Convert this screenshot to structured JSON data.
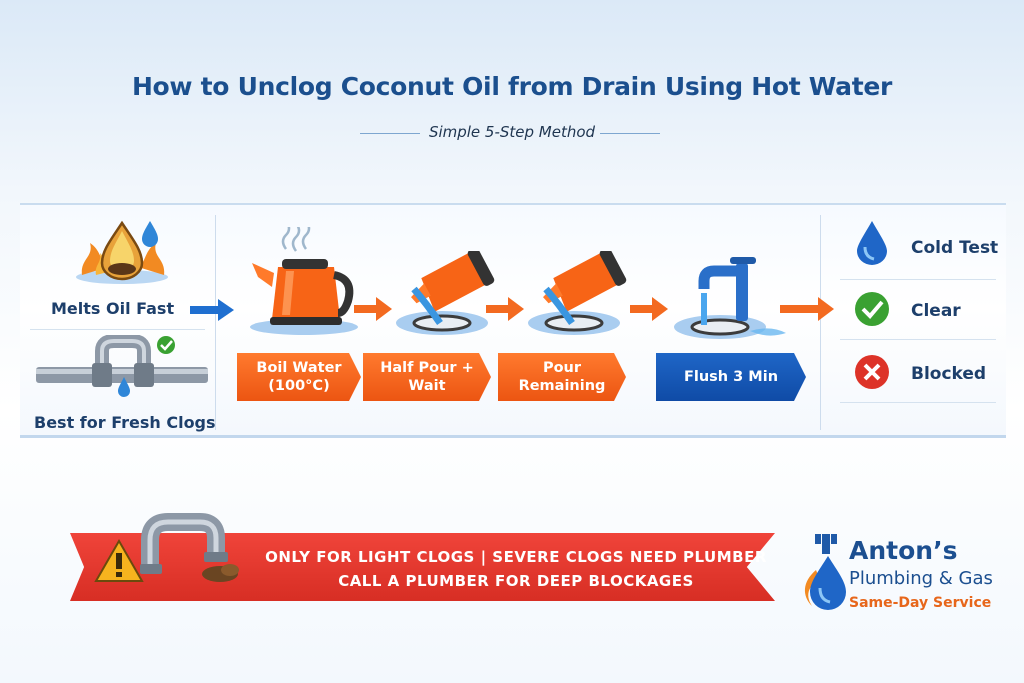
{
  "header": {
    "title": "How to Unclog Coconut Oil from Drain Using Hot Water",
    "subtitle": "Simple 5-Step Method"
  },
  "left_panel": {
    "item1_label": "Melts Oil Fast",
    "item2_label": "Best for Fresh Clogs"
  },
  "steps": [
    {
      "label": "Boil Water (100°C)",
      "icon": "kettle-icon",
      "color": "#ee5a16"
    },
    {
      "label": "Half Pour + Wait",
      "icon": "pouring-kettle-icon",
      "color": "#ee5a16"
    },
    {
      "label": "Pour Remaining",
      "icon": "pouring-kettle-icon",
      "color": "#ee5a16"
    },
    {
      "label": "Flush 3 Min",
      "icon": "faucet-icon",
      "color": "#1352b0"
    }
  ],
  "results": {
    "test_label": "Cold Test",
    "clear_label": "Clear",
    "blocked_label": "Blocked"
  },
  "warning": {
    "line1": "ONLY FOR LIGHT CLOGS  |  SEVERE CLOGS NEED PLUMBER",
    "line2": "CALL A PLUMBER FOR DEEP BLOCKAGES"
  },
  "brand": {
    "name": "Anton’s",
    "tagline": "Plumbing & Gas",
    "service": "Same-Day Service"
  },
  "colors": {
    "accent_orange": "#ee5a16",
    "accent_blue": "#1352b0",
    "title_blue": "#1b4f8e",
    "warning_red": "#dd3328",
    "check_green": "#3aa132"
  }
}
